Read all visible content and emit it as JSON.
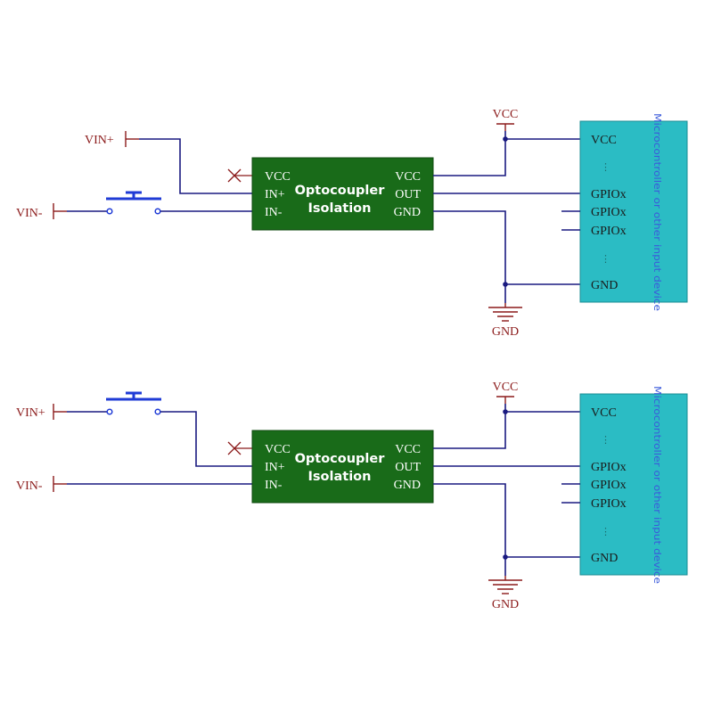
{
  "colors": {
    "wire": "#1a1a80",
    "pin_red": "#8b1a1a",
    "module_green": "#196b19",
    "mcu_teal": "#2bbcc4",
    "button_blue": "#1f3bd6",
    "caption_blue": "#3b5bdb"
  },
  "circuit_top": {
    "vin_plus": "VIN+",
    "vin_minus": "VIN-",
    "vcc_supply": "VCC",
    "ground": "GND",
    "module": {
      "title_line1": "Optocoupler",
      "title_line2": "Isolation",
      "pin_left_1": "VCC",
      "pin_left_2": "IN+",
      "pin_left_3": "IN-",
      "pin_right_1": "VCC",
      "pin_right_2": "OUT",
      "pin_right_3": "GND"
    },
    "mcu": {
      "pin_vcc": "VCC",
      "dots_1": "⋮",
      "gpio_1": "GPIOx",
      "gpio_2": "GPIOx",
      "gpio_3": "GPIOx",
      "dots_2": "⋮",
      "pin_gnd": "GND",
      "caption": "Microcontroller or other input device"
    }
  },
  "circuit_bottom": {
    "vin_plus": "VIN+",
    "vin_minus": "VIN-",
    "vcc_supply": "VCC",
    "ground": "GND",
    "module": {
      "title_line1": "Optocoupler",
      "title_line2": "Isolation",
      "pin_left_1": "VCC",
      "pin_left_2": "IN+",
      "pin_left_3": "IN-",
      "pin_right_1": "VCC",
      "pin_right_2": "OUT",
      "pin_right_3": "GND"
    },
    "mcu": {
      "pin_vcc": "VCC",
      "dots_1": "⋮",
      "gpio_1": "GPIOx",
      "gpio_2": "GPIOx",
      "gpio_3": "GPIOx",
      "dots_2": "⋮",
      "pin_gnd": "GND",
      "caption": "Microcontroller or other input device"
    }
  }
}
